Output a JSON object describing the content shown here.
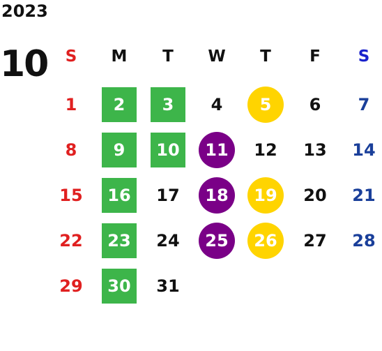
{
  "year": "2023",
  "month": "10",
  "colors": {
    "sunday": "#e02020",
    "saturday": "#1a3f9a",
    "weekday": "#111111",
    "green": "#3db54a",
    "purple": "#7a0087",
    "yellow": "#ffd400"
  },
  "weekdays": [
    {
      "label": "S",
      "color": "#e02020"
    },
    {
      "label": "M",
      "color": "#111111"
    },
    {
      "label": "T",
      "color": "#111111"
    },
    {
      "label": "W",
      "color": "#111111"
    },
    {
      "label": "T",
      "color": "#111111"
    },
    {
      "label": "F",
      "color": "#111111"
    },
    {
      "label": "S",
      "color": "#1a22cc"
    }
  ],
  "start_weekday": 0,
  "days_in_month": 31,
  "highlights": [
    {
      "day": 2,
      "shape": "square",
      "color": "#3db54a"
    },
    {
      "day": 3,
      "shape": "square",
      "color": "#3db54a"
    },
    {
      "day": 5,
      "shape": "circle",
      "color": "#ffd400"
    },
    {
      "day": 9,
      "shape": "square",
      "color": "#3db54a"
    },
    {
      "day": 10,
      "shape": "square",
      "color": "#3db54a"
    },
    {
      "day": 11,
      "shape": "circle",
      "color": "#7a0087"
    },
    {
      "day": 16,
      "shape": "square",
      "color": "#3db54a"
    },
    {
      "day": 18,
      "shape": "circle",
      "color": "#7a0087"
    },
    {
      "day": 19,
      "shape": "circle",
      "color": "#ffd400"
    },
    {
      "day": 23,
      "shape": "square",
      "color": "#3db54a"
    },
    {
      "day": 25,
      "shape": "circle",
      "color": "#7a0087"
    },
    {
      "day": 26,
      "shape": "circle",
      "color": "#ffd400"
    },
    {
      "day": 30,
      "shape": "square",
      "color": "#3db54a"
    }
  ]
}
